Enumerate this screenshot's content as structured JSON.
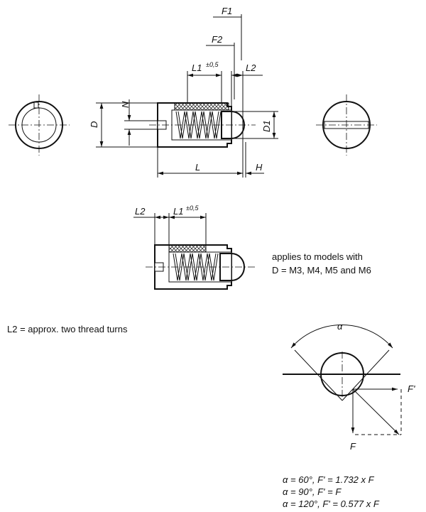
{
  "labels": {
    "F1": "F1",
    "F2": "F2",
    "L1": "L1",
    "tol": "±0,5",
    "L2": "L2",
    "N": "N",
    "D": "D",
    "D1": "D1",
    "L": "L",
    "H": "H",
    "F": "F",
    "F_prime": "F'",
    "alpha": "α"
  },
  "notes": {
    "applies_line1": "applies to models with",
    "applies_line2": "D = M3, M4, M5 and M6",
    "l2_note": "L2 = approx. two thread turns"
  },
  "formulas": [
    "α = 60°, F' = 1.732 x F",
    "α = 90°, F' = F",
    "α = 120°, F' = 0.577 x F"
  ]
}
